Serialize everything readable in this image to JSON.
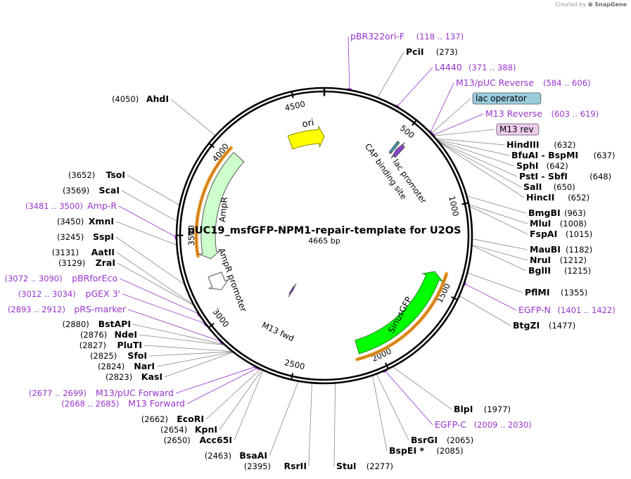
{
  "credit": {
    "prefix": "Created by",
    "brand": "SnapGene"
  },
  "plasmid": {
    "name": "pUC19_msfGFP-NPM1-repair-template for U2OS",
    "size": "4665 bp",
    "length": 4665
  },
  "ticks": [
    {
      "pos": 500,
      "label": "500"
    },
    {
      "pos": 1000,
      "label": "1000"
    },
    {
      "pos": 1500,
      "label": "1500"
    },
    {
      "pos": 2000,
      "label": "2000"
    },
    {
      "pos": 2500,
      "label": "2500"
    },
    {
      "pos": 3000,
      "label": "3000"
    },
    {
      "pos": 3500,
      "label": "3500"
    },
    {
      "pos": 4000,
      "label": "4000"
    },
    {
      "pos": 4500,
      "label": "4500"
    }
  ],
  "colors": {
    "enzyme": "#000000",
    "primer": "#9933cc",
    "ori": "#ffff00",
    "ampr": "#ccffcc",
    "gfp": "#00ff00",
    "orange": "#f0a030",
    "lac_operator": "#99ccdd",
    "m13rev_box": "#eeccee"
  },
  "features": [
    {
      "name": "ori",
      "kind": "arrow",
      "start": 4405,
      "end": 4665,
      "r": 141,
      "fill": "#ffff00",
      "label": "ori"
    },
    {
      "name": "ampr",
      "kind": "arrow",
      "start": 3350,
      "end": 4050,
      "r": 165,
      "fill": "#ccffcc",
      "label": "AmpR"
    },
    {
      "name": "ampr-promoter",
      "kind": "arrow",
      "start": 3140,
      "end": 3245,
      "r": 165,
      "fill": "#ffffff",
      "label": "AmpR promoter"
    },
    {
      "name": "sirius-gfp",
      "kind": "arrow",
      "start": 1400,
      "end": 2120,
      "r": 165,
      "fill": "#00ff00",
      "label": "SiriusGFP"
    },
    {
      "name": "lac-promoter",
      "kind": "arrow",
      "start": 516,
      "end": 547,
      "r": 160,
      "fill": "#8844cc",
      "label": "lac promoter"
    },
    {
      "name": "cap-binding-site",
      "kind": "box",
      "start": 490,
      "end": 505,
      "r": 160,
      "fill": "#3399aa",
      "label": "CAP binding site"
    },
    {
      "name": "m13-fwd",
      "kind": "arrow",
      "start": 2718,
      "end": 2738,
      "r": 90,
      "fill": "#8844cc",
      "label": "M13 fwd"
    }
  ],
  "orange_arcs": [
    {
      "start": 3380,
      "end": 4060
    },
    {
      "start": 1390,
      "end": 2140
    }
  ],
  "right_labels": [
    {
      "name": "PciI",
      "pos": 273,
      "num": "(273)",
      "type": "enzyme"
    },
    {
      "name": "L4440",
      "pos": 380,
      "num": "(371 .. 388)",
      "type": "primer"
    },
    {
      "name": "M13/pUC Reverse",
      "pos": 595,
      "num": "(584 .. 606)",
      "type": "primer"
    },
    {
      "name": "lac operator",
      "pos": 600,
      "num": "",
      "type": "box-blue"
    },
    {
      "name": "M13 Reverse",
      "pos": 611,
      "num": "(603 .. 619)",
      "type": "primer"
    },
    {
      "name": "M13 rev",
      "pos": 615,
      "num": "",
      "type": "box-purple"
    },
    {
      "name": "HindIII",
      "pos": 632,
      "num": "(632)",
      "type": "enzyme"
    },
    {
      "name": "BfuAI - BspMI",
      "pos": 637,
      "num": "(637)",
      "type": "enzyme"
    },
    {
      "name": "SphI",
      "pos": 642,
      "num": "(642)",
      "type": "enzyme"
    },
    {
      "name": "PstI - SbfI",
      "pos": 648,
      "num": "(648)",
      "type": "enzyme"
    },
    {
      "name": "SalI",
      "pos": 650,
      "num": "(650)",
      "type": "enzyme"
    },
    {
      "name": "HincII",
      "pos": 652,
      "num": "(652)",
      "type": "enzyme"
    },
    {
      "name": "BmgBI",
      "pos": 963,
      "num": "(963)",
      "type": "enzyme"
    },
    {
      "name": "MluI",
      "pos": 1008,
      "num": "(1008)",
      "type": "enzyme"
    },
    {
      "name": "FspAI",
      "pos": 1015,
      "num": "(1015)",
      "type": "enzyme"
    },
    {
      "name": "MauBI",
      "pos": 1182,
      "num": "(1182)",
      "type": "enzyme"
    },
    {
      "name": "NruI",
      "pos": 1212,
      "num": "(1212)",
      "type": "enzyme"
    },
    {
      "name": "BglII",
      "pos": 1215,
      "num": "(1215)",
      "type": "enzyme"
    },
    {
      "name": "PflMI",
      "pos": 1355,
      "num": "(1355)",
      "type": "enzyme"
    },
    {
      "name": "EGFP-N",
      "pos": 1411,
      "num": "(1401 .. 1422)",
      "type": "primer"
    },
    {
      "name": "BtgZI",
      "pos": 1477,
      "num": "(1477)",
      "type": "enzyme"
    },
    {
      "name": "BlpI",
      "pos": 1977,
      "num": "(1977)",
      "type": "enzyme"
    },
    {
      "name": "EGFP-C",
      "pos": 2020,
      "num": "(2009 .. 2030)",
      "type": "primer"
    },
    {
      "name": "BsrGI",
      "pos": 2065,
      "num": "(2065)",
      "type": "enzyme"
    },
    {
      "name": "BspEI *",
      "pos": 2085,
      "num": "(2085)",
      "type": "enzyme"
    },
    {
      "name": "StuI",
      "pos": 2277,
      "num": "(2277)",
      "type": "enzyme"
    },
    {
      "name": "pBR322ori-F",
      "pos": 128,
      "num": "(118 .. 137)",
      "type": "primer"
    }
  ],
  "left_labels": [
    {
      "name": "RsrII",
      "pos": 2395,
      "num": "(2395)",
      "type": "enzyme"
    },
    {
      "name": "BsaAI",
      "pos": 2463,
      "num": "(2463)",
      "type": "enzyme"
    },
    {
      "name": "Acc65I",
      "pos": 2650,
      "num": "(2650)",
      "type": "enzyme"
    },
    {
      "name": "KpnI",
      "pos": 2654,
      "num": "(2654)",
      "type": "enzyme"
    },
    {
      "name": "EcoRI",
      "pos": 2662,
      "num": "(2662)",
      "type": "enzyme"
    },
    {
      "name": "M13 Forward",
      "pos": 2676,
      "num": "(2668 .. 2685)",
      "type": "primer"
    },
    {
      "name": "M13/pUC Forward",
      "pos": 2688,
      "num": "(2677 .. 2699)",
      "type": "primer"
    },
    {
      "name": "KasI",
      "pos": 2823,
      "num": "(2823)",
      "type": "enzyme"
    },
    {
      "name": "NarI",
      "pos": 2824,
      "num": "(2824)",
      "type": "enzyme"
    },
    {
      "name": "SfoI",
      "pos": 2825,
      "num": "(2825)",
      "type": "enzyme"
    },
    {
      "name": "PluTI",
      "pos": 2827,
      "num": "(2827)",
      "type": "enzyme"
    },
    {
      "name": "NdeI",
      "pos": 2876,
      "num": "(2876)",
      "type": "enzyme"
    },
    {
      "name": "BstAPI",
      "pos": 2880,
      "num": "(2880)",
      "type": "enzyme"
    },
    {
      "name": "pRS-marker",
      "pos": 2902,
      "num": "(2893 .. 2912)",
      "type": "primer"
    },
    {
      "name": "pGEX 3'",
      "pos": 3023,
      "num": "(3012 .. 3034)",
      "type": "primer"
    },
    {
      "name": "pBRforEco",
      "pos": 3081,
      "num": "(3072 .. 3090)",
      "type": "primer"
    },
    {
      "name": "ZraI",
      "pos": 3129,
      "num": "(3129)",
      "type": "enzyme"
    },
    {
      "name": "AatII",
      "pos": 3131,
      "num": "(3131)",
      "type": "enzyme"
    },
    {
      "name": "SspI",
      "pos": 3245,
      "num": "(3245)",
      "type": "enzyme"
    },
    {
      "name": "XmnI",
      "pos": 3450,
      "num": "(3450)",
      "type": "enzyme"
    },
    {
      "name": "Amp-R",
      "pos": 3490,
      "num": "(3481 .. 3500)",
      "type": "primer"
    },
    {
      "name": "ScaI",
      "pos": 3569,
      "num": "(3569)",
      "type": "enzyme"
    },
    {
      "name": "TsoI",
      "pos": 3652,
      "num": "(3652)",
      "type": "enzyme"
    },
    {
      "name": "AhdI",
      "pos": 4050,
      "num": "(4050)",
      "type": "enzyme"
    }
  ]
}
